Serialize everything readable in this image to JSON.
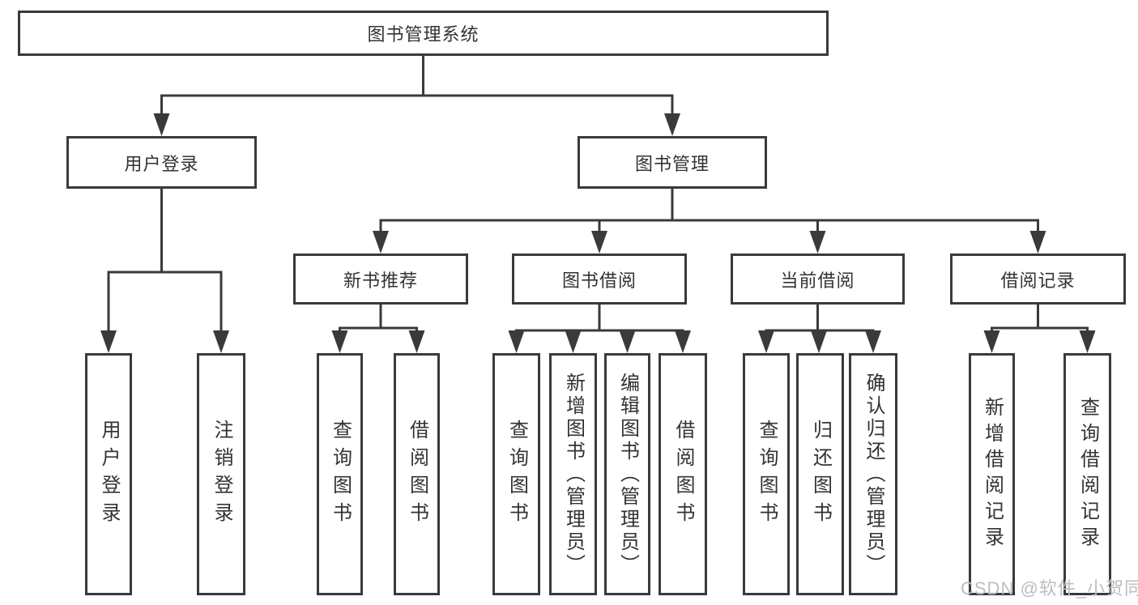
{
  "diagram": {
    "root_label": "图书管理系统",
    "login": {
      "label": "用户登录",
      "children": [
        {
          "label": "用户登录"
        },
        {
          "label": "注销登录"
        }
      ]
    },
    "management": {
      "label": "图书管理",
      "branches": [
        {
          "label": "新书推荐",
          "children": [
            {
              "label": "查询图书"
            },
            {
              "label": "借阅图书"
            }
          ]
        },
        {
          "label": "图书借阅",
          "children": [
            {
              "label": "查询图书"
            },
            {
              "label": "新增图书（管理员）"
            },
            {
              "label": "编辑图书（管理员）"
            },
            {
              "label": "借阅图书"
            }
          ]
        },
        {
          "label": "当前借阅",
          "children": [
            {
              "label": "查询图书"
            },
            {
              "label": "归还图书"
            },
            {
              "label": "确认归还（管理员）"
            }
          ]
        },
        {
          "label": "借阅记录",
          "children": [
            {
              "label": "新增借阅记录"
            },
            {
              "label": "查询借阅记录"
            }
          ]
        }
      ]
    },
    "watermark": "CSDN @软件_小贺同学",
    "colors": {
      "line": "#3a3a3a",
      "text": "#333333",
      "watermark": "#bdbdbd",
      "background": "#ffffff"
    }
  }
}
